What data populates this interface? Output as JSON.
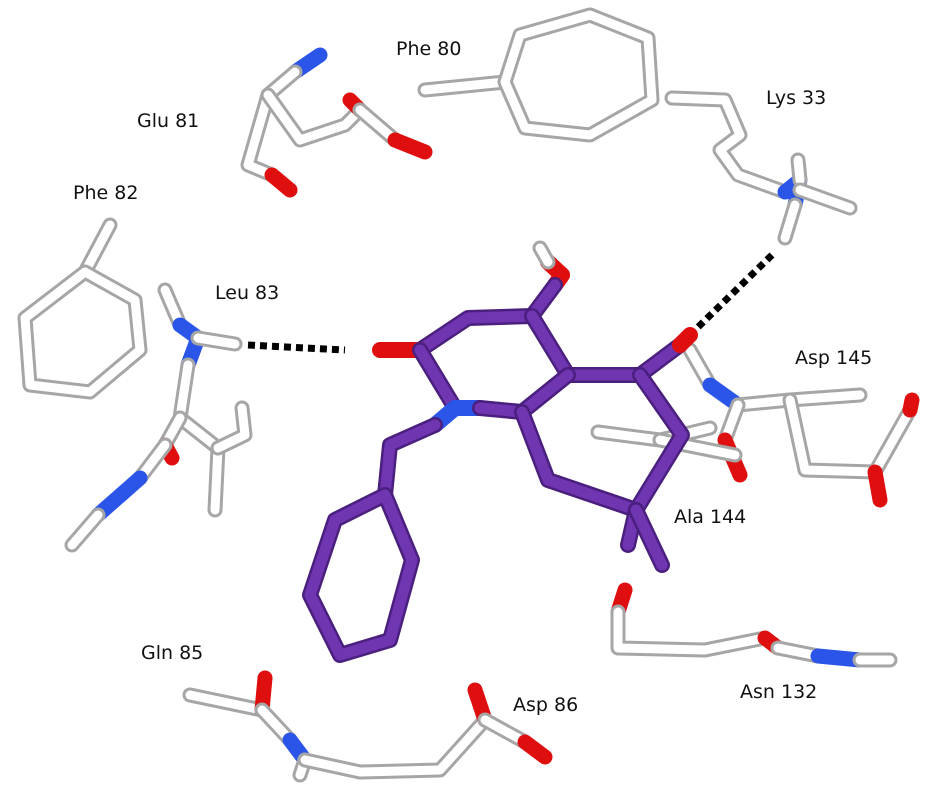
{
  "colors": {
    "ligand": "#7035b0",
    "ligand_dark": "#4a1f7e",
    "carbon": "#ffffff",
    "carbon_outline": "#a6a6a6",
    "nitrogen": "#2a55e8",
    "oxygen": "#e00f0f",
    "hbond": "#000000",
    "label": "#111111"
  },
  "residues": [
    {
      "id": "phe80",
      "label": "Phe 80"
    },
    {
      "id": "glu81",
      "label": "Glu 81"
    },
    {
      "id": "lys33",
      "label": "Lys 33"
    },
    {
      "id": "phe82",
      "label": "Phe 82"
    },
    {
      "id": "leu83",
      "label": "Leu 83"
    },
    {
      "id": "asp145",
      "label": "Asp 145"
    },
    {
      "id": "ala144",
      "label": "Ala 144"
    },
    {
      "id": "gln85",
      "label": "Gln 85"
    },
    {
      "id": "asp86",
      "label": "Asp 86"
    },
    {
      "id": "asn132",
      "label": "Asn 132"
    }
  ],
  "hydrogen_bonds": [
    {
      "from": "Leu 83",
      "to": "ligand"
    },
    {
      "from": "Lys 33",
      "to": "ligand"
    }
  ]
}
